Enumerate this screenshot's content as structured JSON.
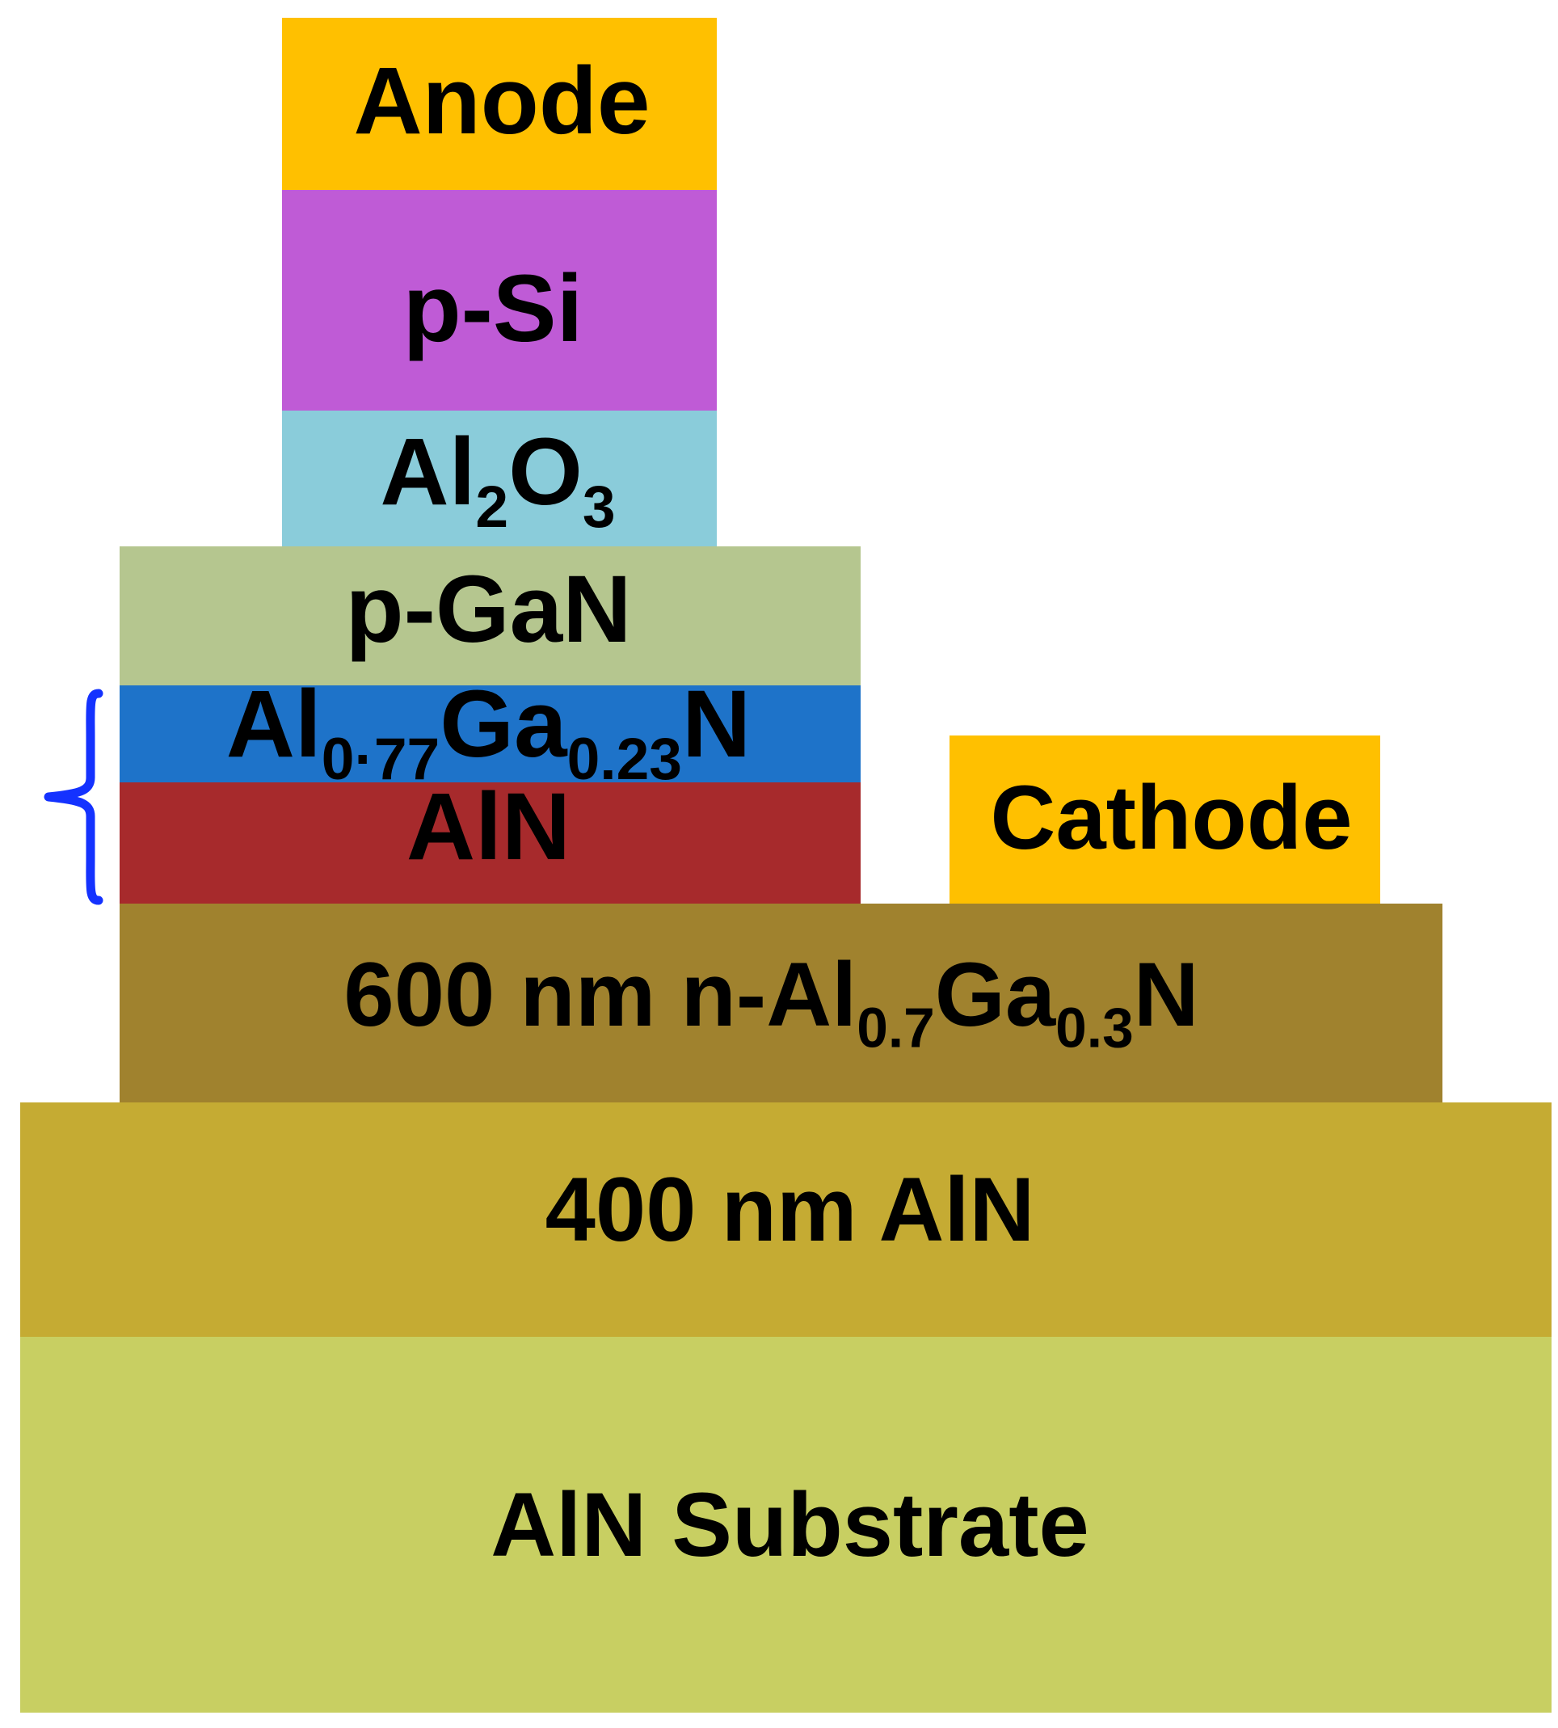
{
  "layers": {
    "anode": {
      "label": "Anode",
      "color": "#FFC000"
    },
    "p_si": {
      "label": "p-Si",
      "color": "#BF5BD6"
    },
    "al2o3": {
      "base1": "Al",
      "sub1": "2",
      "base2": "O",
      "sub2": "3",
      "color": "#8ACCDA"
    },
    "p_gan": {
      "label": "p-GaN",
      "color": "#B5C68F"
    },
    "algan_077": {
      "base1": "Al",
      "sub1": "0·77",
      "base2": "Ga",
      "sub2": "0.23",
      "base3": "N",
      "color": "#1E73C9"
    },
    "aln_thin": {
      "label": "AlN",
      "color": "#A72A2C"
    },
    "cathode": {
      "label": "Cathode",
      "color": "#FFC000"
    },
    "n_algan": {
      "prefix": "600 nm n-Al",
      "sub1": "0.7",
      "base2": "Ga",
      "sub2": "0.3",
      "base3": "N",
      "color": "#A0822E"
    },
    "aln_400": {
      "label": "400 nm AlN",
      "color": "#C5AB33"
    },
    "aln_substrate": {
      "label": "AlN Substrate",
      "color": "#C8CF62"
    }
  },
  "brace": {
    "color": "#1432FF"
  }
}
